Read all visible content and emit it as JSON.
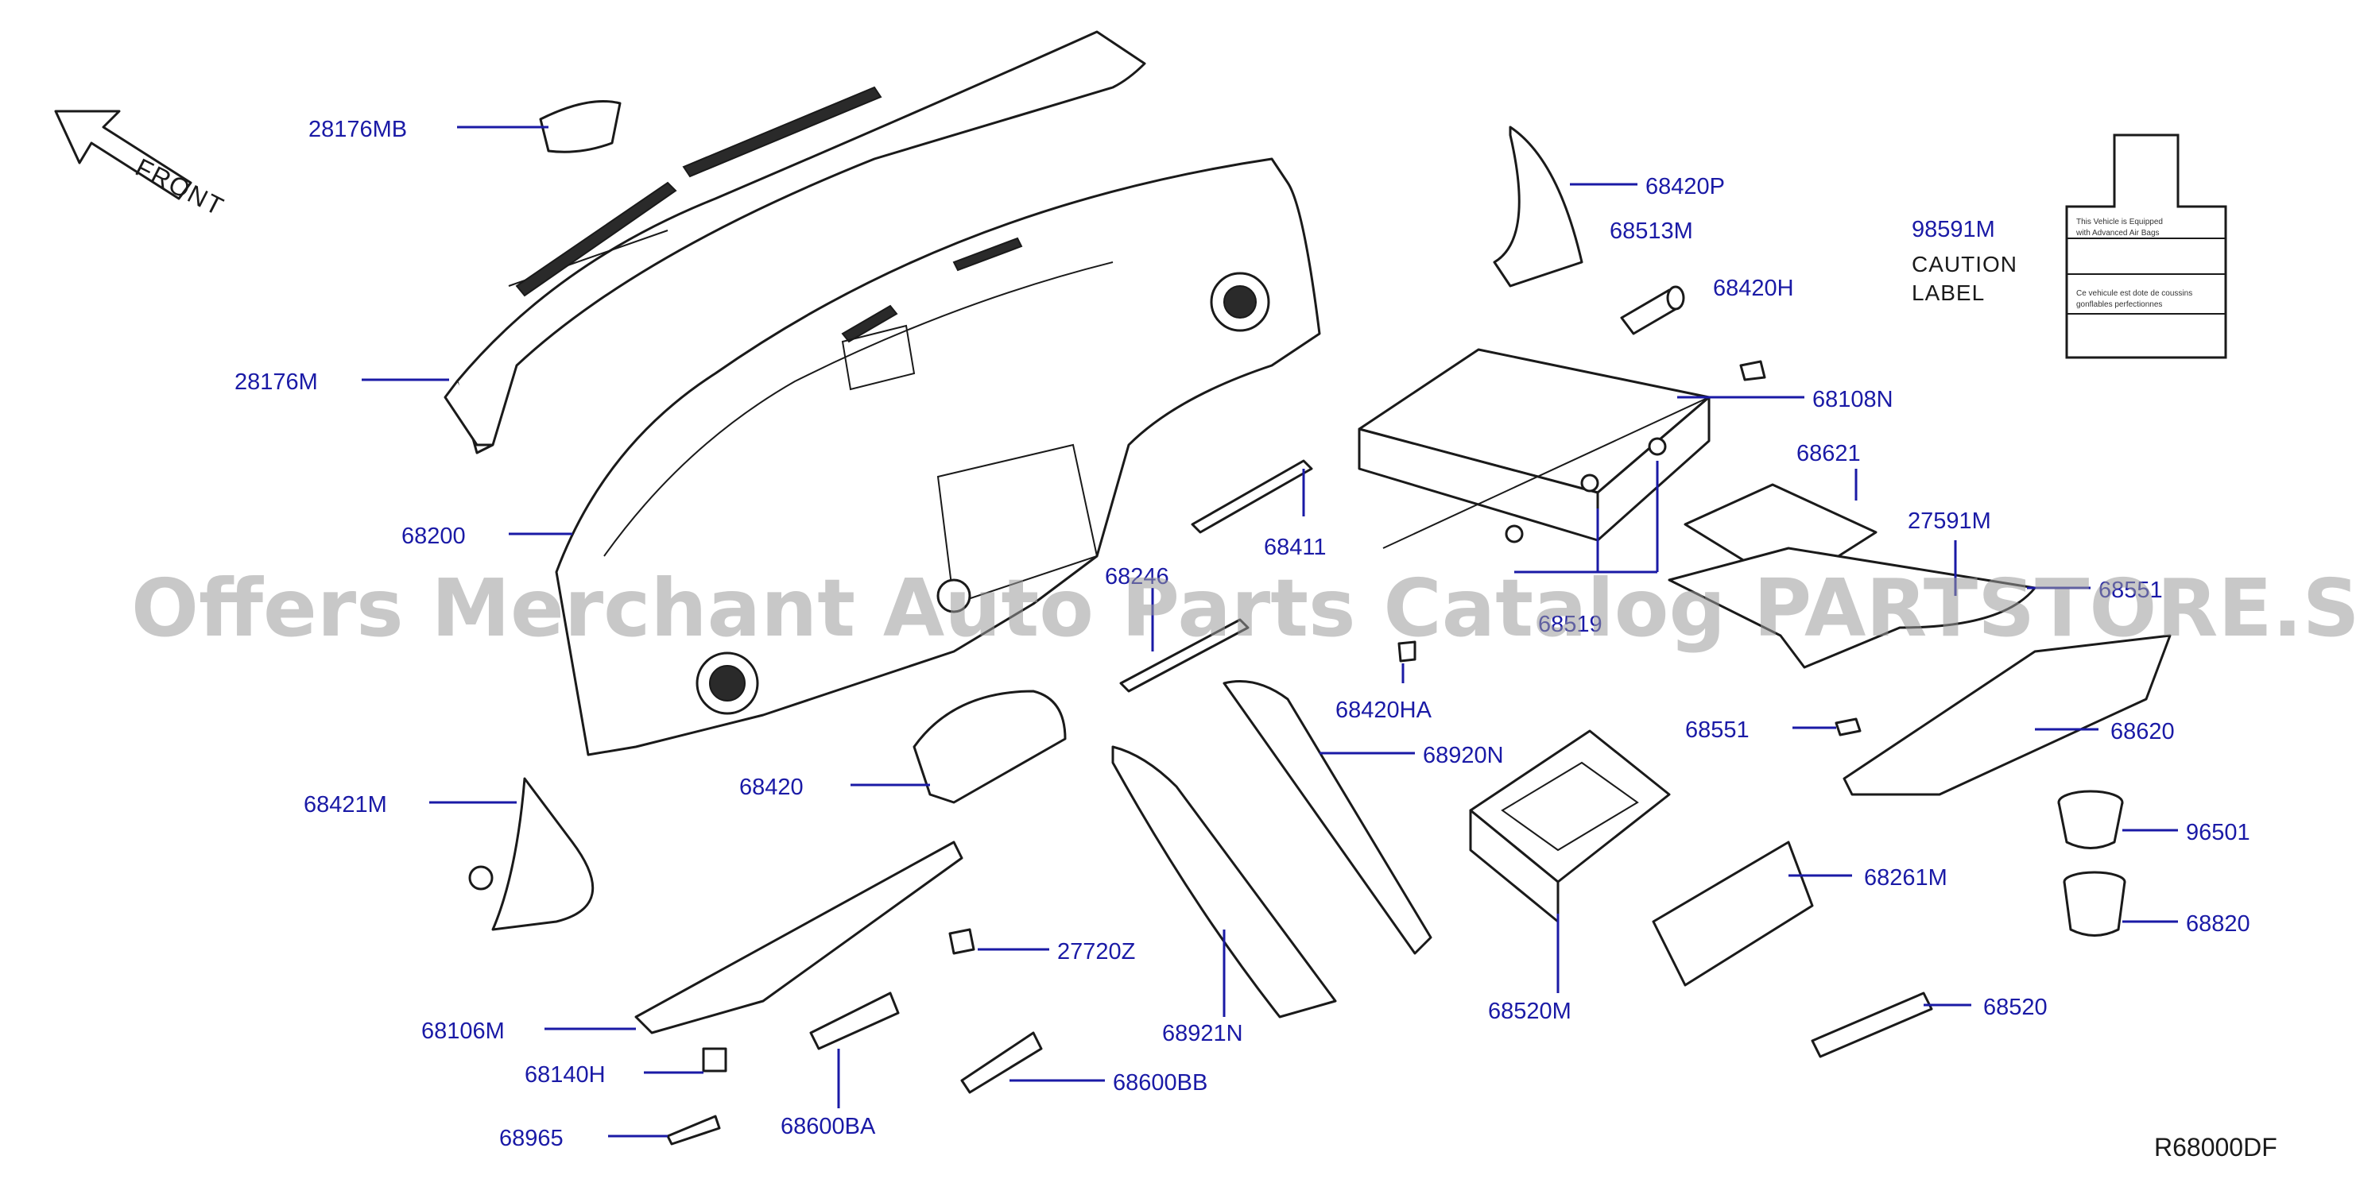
{
  "diagram": {
    "reference_code": "R68000DF",
    "direction_label": "FRONT",
    "caution_label": {
      "line1": "CAUTION",
      "line2": "LABEL"
    },
    "sticker": {
      "line1": "This Vehicle is Equipped",
      "line2": "with Advanced Air Bags",
      "line3": "Ce vehicule est dote de coussins",
      "line4": "gonflables perfectionnes"
    },
    "watermark": "Offers Merchant Auto Parts Catalog PARTSTORE.SA",
    "parts": [
      "28176MB",
      "28176M",
      "68200",
      "68420P",
      "68513M",
      "68420H",
      "98591M",
      "68108N",
      "68411",
      "68621",
      "27591M",
      "68246",
      "68519",
      "68551",
      "68420HA",
      "68551",
      "68620",
      "68920N",
      "68420",
      "68421M",
      "96501",
      "68261M",
      "68820",
      "27720Z",
      "68106M",
      "68921N",
      "68520M",
      "68520",
      "68140H",
      "68600BB",
      "68600BA",
      "68965"
    ]
  }
}
